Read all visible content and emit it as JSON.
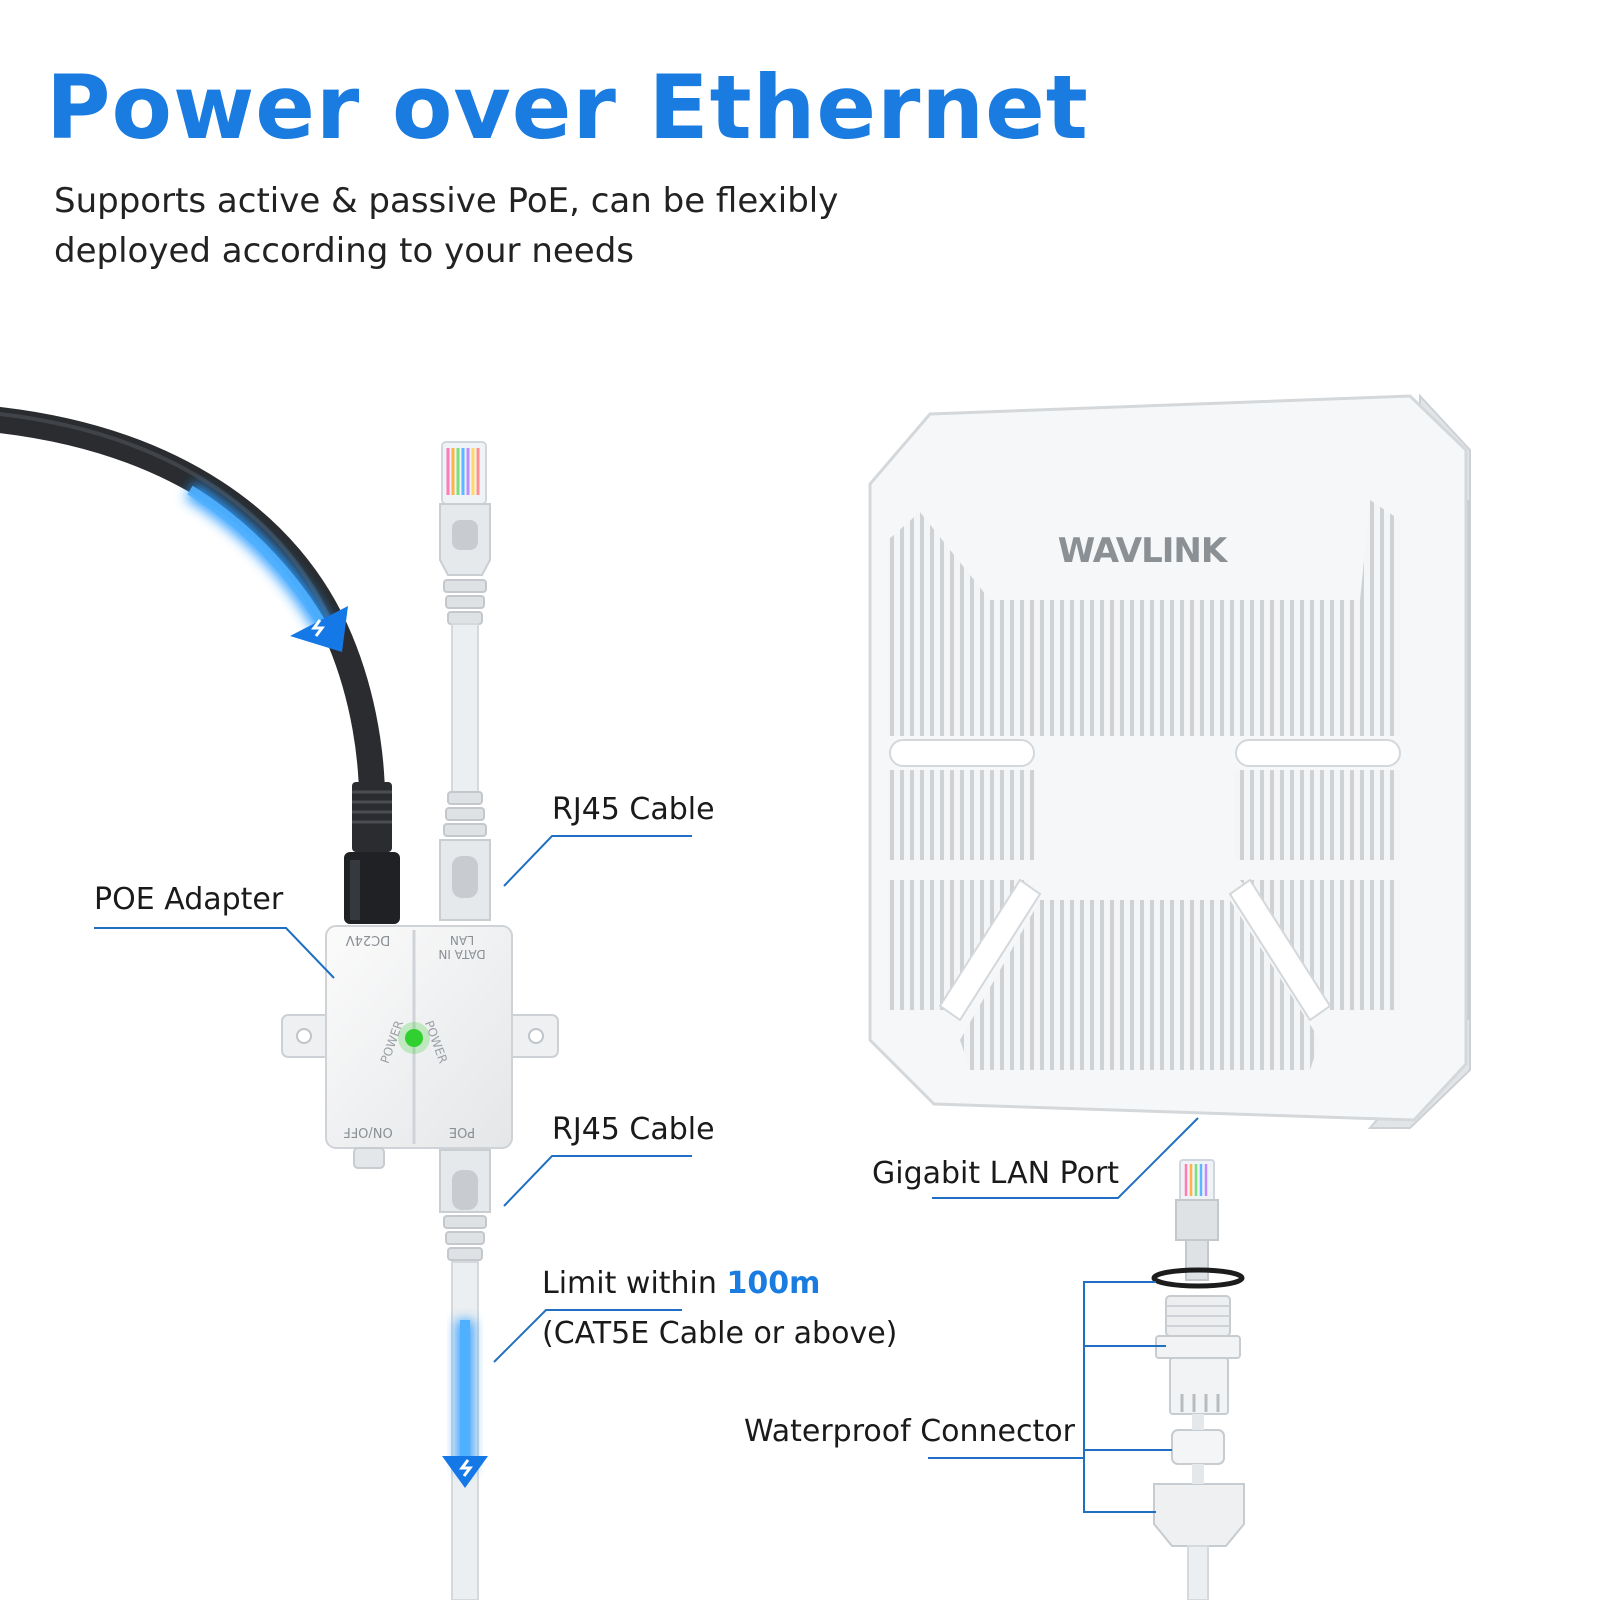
{
  "header": {
    "title": "Power over Ethernet",
    "subtitle_line1": "Supports active & passive PoE, can be flexibly",
    "subtitle_line2": "deployed according to your needs"
  },
  "labels": {
    "rj45_top": "RJ45 Cable",
    "poe_adapter": "POE Adapter",
    "rj45_bottom": "RJ45 Cable",
    "limit_prefix": "Limit within ",
    "limit_value": "100m",
    "cable_spec": "(CAT5E Cable or above)",
    "gigabit_port": "Gigabit LAN Port",
    "waterproof": "Waterproof Connector"
  },
  "adapter": {
    "port_dc": "DC24V",
    "port_lan_1": "LAN",
    "port_lan_2": "DATA IN",
    "port_onoff": "ON/OFF",
    "port_poe": "POE",
    "led_label": "POWER"
  },
  "device": {
    "brand": "WAVLINK"
  },
  "colors": {
    "accent": "#1a7be0",
    "leader": "#1f6fc4",
    "led": "#2fd12f"
  }
}
